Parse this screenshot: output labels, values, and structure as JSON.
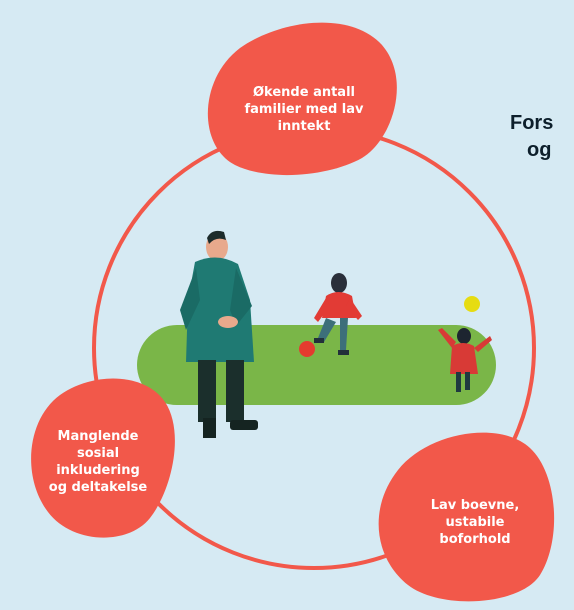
{
  "heading": {
    "line1": "Fors",
    "line2": "og"
  },
  "factors": [
    {
      "label": "Økende antall\nfamilier med lav\ninntekt"
    },
    {
      "label": "Manglende\nsosial\ninkludering\nog deltakelse"
    },
    {
      "label": "Lav boevne,\nustabile\nboforhold"
    }
  ],
  "colors": {
    "background": "#d6eaf3",
    "accent": "#f2584a",
    "circle": "#f2584a",
    "grass": "#7ab648",
    "ball_red": "#e43b2f",
    "ball_yellow": "#e6dc12"
  }
}
